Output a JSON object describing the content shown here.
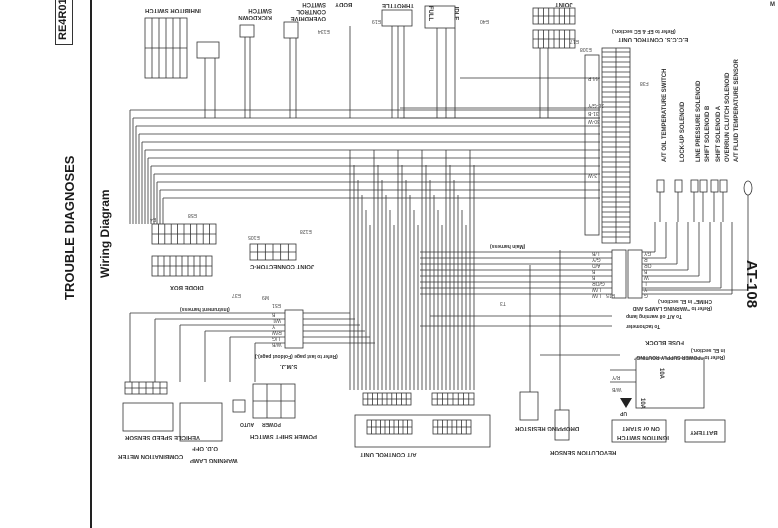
{
  "header": {
    "model_code": "RE4R01A",
    "section_title": "TROUBLE DIAGNOSES",
    "subtitle": "Wiring Diagram",
    "page_number": "AT-108",
    "corner_mark": "M"
  },
  "components": {
    "inhibitor_switch": "INHIBITOR SWITCH",
    "kickdown_switch": "KICKDOWN SWITCH",
    "overdrive_switch": "OVERDRIVE CONTROL SWITCH",
    "body": "BODY",
    "throttle": "THROTTLE",
    "full": "FULL",
    "idle": "IDLE",
    "joint": "JOINT",
    "eccs": "E.C.C.S. CONTROL UNIT",
    "eccs_ref": "(Refer to EF & EC section.)",
    "diode_box": "DIODE BOX",
    "joint_connector": "JOINT CONNECTOR-C",
    "smj": "S.M.J.",
    "smj_ref": "(Refer to last page (Foldout page).)",
    "instrument_harness": "(Instrument harness)",
    "main_harness": "(Main harness)",
    "combination_meter": "COMBINATION METER",
    "vehicle_speed_sensor": "VEHICLE SPEED SENSOR",
    "warning_lamp": "WARNING LAMP",
    "od_off": "O.D. OFF",
    "power_shift_switch": "POWER SHIFT SWITCH",
    "power": "POWER",
    "auto": "AUTO",
    "at_control_unit": "A/T CONTROL UNIT",
    "dropping_resistor": "DROPPING RESISTOR",
    "revolution_sensor": "REVOLUTION SENSOR",
    "ignition_switch": "IGNITION SWITCH",
    "ignition_state": "ON or START",
    "battery": "BATTERY",
    "fuse_block": "FUSE BLOCK",
    "fuse_ref": "(Refer to \"POWER SUPPLY ROUTING\" in EL section.)",
    "fuse_1": "10A",
    "fuse_2": "10A",
    "up": "UP",
    "tachometer": "To tachometer",
    "oil_warning": "To A/T oil warning lamp",
    "oil_warning_ref": "(Refer to \"WARNING LAMPS AND CHIME\" in EL section.)"
  },
  "solenoids": [
    "A/T OIL TEMPERATURE SWITCH",
    "LOCK-UP SOLENOID",
    "LINE PRESSURE SOLENOID",
    "SHIFT SOLENOID B",
    "SHIFT SOLENOID A",
    "OVERRUN CLUTCH SOLENOID",
    "A/T FLUID TEMPERATURE SENSOR"
  ],
  "connector_ids": [
    "E58",
    "E105",
    "E128",
    "E134",
    "E19",
    "E17",
    "E40",
    "E37",
    "E51",
    "E4",
    "M9",
    "T3",
    "E108",
    "F38",
    "E15"
  ],
  "harness_left_codes": [
    "L/B",
    "G/Y",
    "A/D",
    "B",
    "B",
    "G/OR",
    "L/W",
    "L/W"
  ],
  "harness_right_codes": [
    "GY",
    "R",
    "OR",
    "B",
    "W",
    "L",
    "Y",
    "G"
  ],
  "smj_codes": [
    "B",
    "W/L",
    "Y",
    "R/W",
    "L/G",
    "W/B"
  ],
  "eccs_codes": [
    "44-P",
    "28-G/Y",
    "31-B",
    "30-W",
    "3-W"
  ],
  "fuse_codes": [
    "R/Y",
    "W/B"
  ]
}
